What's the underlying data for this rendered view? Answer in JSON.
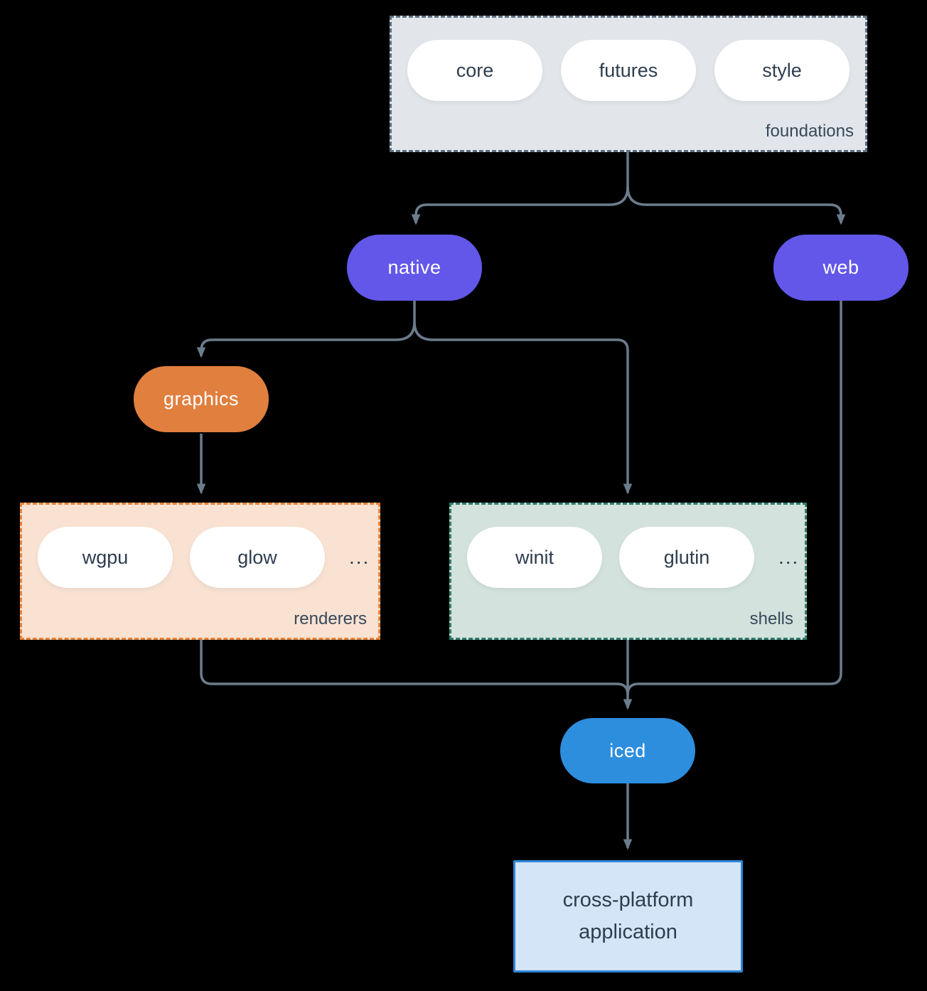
{
  "diagram": {
    "type": "dependency-diagram",
    "colors": {
      "background": "#000000",
      "connector": "#6b7c8d",
      "text_dark": "#2e3d4f",
      "text_light": "#ffffff",
      "purple_pill": "#6257e9",
      "orange_pill": "#e07f3e",
      "blue_pill": "#2e8ede",
      "foundations_fill": "#e2e6ea",
      "foundations_border": "#5c6e80",
      "renderers_fill": "#f9e2d2",
      "renderers_border": "#ea8336",
      "shells_fill": "#d3e2dc",
      "shells_border": "#2e7d6e",
      "app_fill": "#d4e5f7",
      "app_border": "#2e86d8"
    },
    "groups": {
      "foundations": {
        "label": "foundations",
        "items": [
          {
            "label": "core"
          },
          {
            "label": "futures"
          },
          {
            "label": "style"
          }
        ]
      },
      "renderers": {
        "label": "renderers",
        "items": [
          {
            "label": "wgpu"
          },
          {
            "label": "glow"
          }
        ],
        "ellipsis": "..."
      },
      "shells": {
        "label": "shells",
        "items": [
          {
            "label": "winit"
          },
          {
            "label": "glutin"
          }
        ],
        "ellipsis": "..."
      }
    },
    "nodes": {
      "native": {
        "label": "native"
      },
      "web": {
        "label": "web"
      },
      "graphics": {
        "label": "graphics"
      },
      "iced": {
        "label": "iced"
      }
    },
    "app_box": {
      "line1": "cross-platform",
      "line2": "application"
    },
    "edges": [
      {
        "from": "foundations",
        "to": "native"
      },
      {
        "from": "foundations",
        "to": "web"
      },
      {
        "from": "native",
        "to": "graphics"
      },
      {
        "from": "native",
        "to": "shells"
      },
      {
        "from": "graphics",
        "to": "renderers"
      },
      {
        "from": "renderers",
        "to": "iced"
      },
      {
        "from": "shells",
        "to": "iced"
      },
      {
        "from": "web",
        "to": "iced"
      },
      {
        "from": "iced",
        "to": "cross-platform application"
      }
    ]
  }
}
